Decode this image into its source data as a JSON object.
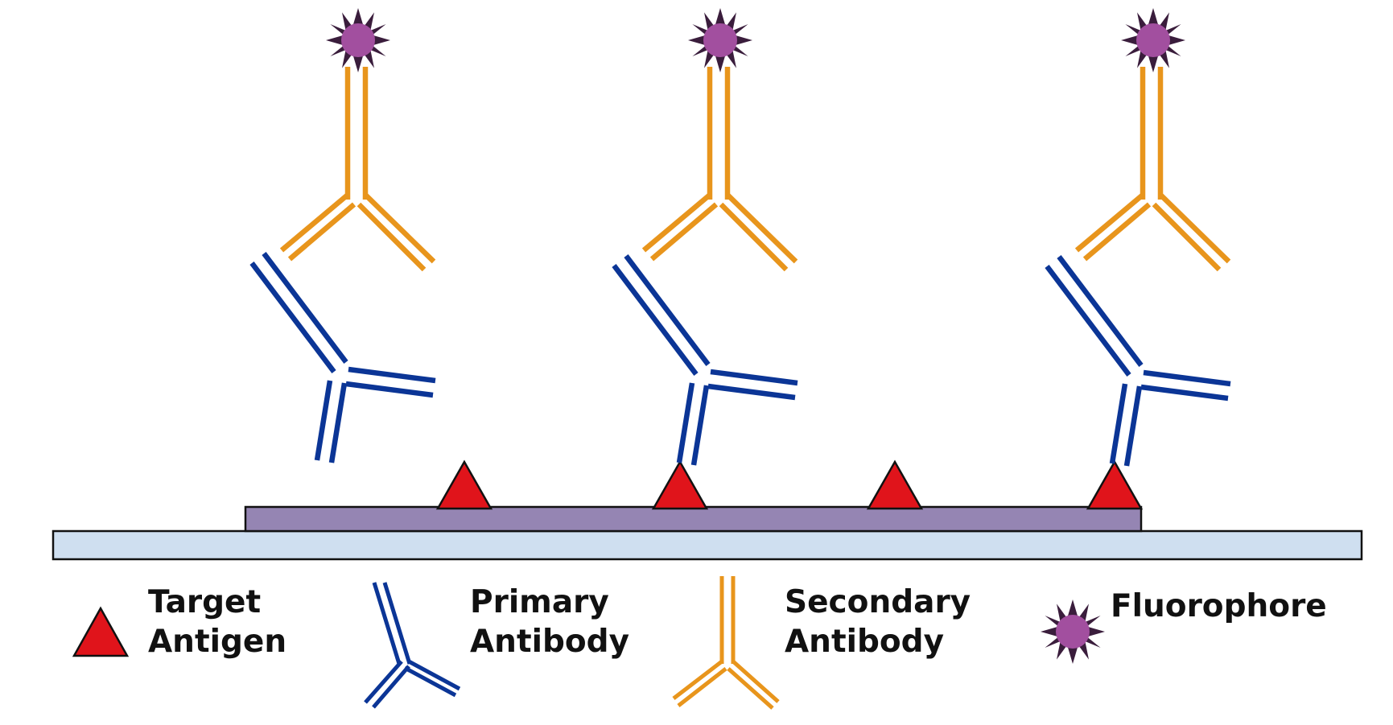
{
  "colors": {
    "slide": "#cfdff0",
    "sample_layer": "#9585b3",
    "antigen": "#e0141b",
    "primary_antibody": "#0b3596",
    "secondary_antibody": "#e8951c",
    "fluorophore_core": "#a24f9f",
    "fluorophore_star": "#3a1d3c",
    "outline": "#111111"
  },
  "legend": {
    "antigen_line1": "Target",
    "antigen_line2": "Antigen",
    "primary_line1": "Primary",
    "primary_line2": "Antibody",
    "secondary_line1": "Secondary",
    "secondary_line2": "Antibody",
    "fluorophore": "Fluorophore"
  },
  "diagram": {
    "antigen_count": 4,
    "complex_count": 3,
    "bound_complexes": 2,
    "unbound_complexes": 1
  }
}
